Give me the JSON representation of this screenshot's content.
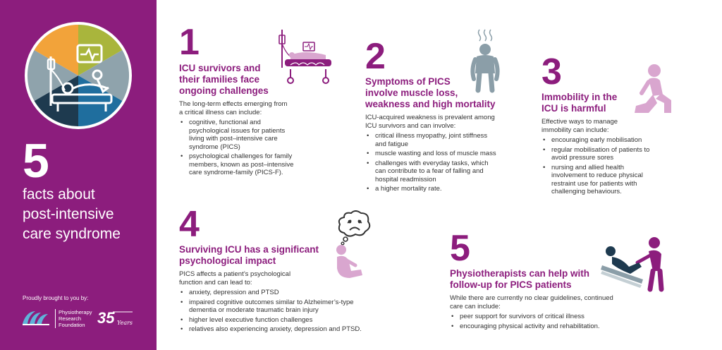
{
  "colors": {
    "brand_purple": "#8c1d7d",
    "light_purple": "#d9a6cf",
    "grey_blue": "#8b9ea8",
    "segment_orange": "#f2a33a",
    "segment_green": "#a9b53c",
    "segment_grey": "#8fa3ac",
    "segment_blue": "#1f6e9e",
    "segment_navy": "#1e3a4f",
    "segment_dark": "#213542"
  },
  "sidebar": {
    "big_number": "5",
    "title_lines": [
      "facts about",
      "post-intensive",
      "care syndrome"
    ],
    "brought_by": "Proudly brought to you by:",
    "foundation_lines": [
      "Physiotherapy",
      "Research",
      "Foundation"
    ],
    "icons": {
      "hero": "icu-bed-monitor-icon",
      "apa_logo": "apa-logo-icon",
      "anniversary": "35-years-logo-icon"
    }
  },
  "facts": [
    {
      "number": "1",
      "heading_lines": [
        "ICU survivors and",
        "their families face",
        "ongoing challenges"
      ],
      "intro_lines": [
        "The long-term effects emerging from",
        "a critical illness can include:"
      ],
      "bullets": [
        [
          "cognitive, functional and",
          "psychological issues for patients",
          "living with post–intensive care",
          "syndrome (PICS)"
        ],
        [
          "psychological challenges for family",
          "members, known as post–intensive",
          "care syndrome-family (PICS-F)."
        ]
      ],
      "icon": "hospital-bed-icon"
    },
    {
      "number": "2",
      "heading_lines": [
        "Symptoms of PICS",
        "involve muscle loss,",
        "weakness and high mortality"
      ],
      "intro_lines": [
        "ICU-acquired weakness is prevalent among",
        "ICU survivors and can involve:"
      ],
      "bullets": [
        [
          "critical illness myopathy, joint stiffness",
          "and fatigue"
        ],
        [
          "muscle wasting and loss of muscle mass"
        ],
        [
          "challenges with everyday tasks, which",
          "can contribute to a fear of falling and",
          "hospital readmission"
        ],
        [
          "a higher mortality rate."
        ]
      ],
      "icon": "weak-person-icon"
    },
    {
      "number": "3",
      "heading_lines": [
        "Immobility in the",
        "ICU is harmful"
      ],
      "intro_lines": [
        "Effective ways to manage",
        "immobility can include:"
      ],
      "bullets": [
        [
          "encouraging early mobilisation"
        ],
        [
          "regular mobilisation of patients to",
          "avoid pressure sores"
        ],
        [
          "nursing and allied health",
          "involvement to reduce physical",
          "restraint use for patients with",
          "challenging behaviours."
        ]
      ],
      "icon": "kneeling-person-icon"
    },
    {
      "number": "4",
      "heading_lines": [
        "Surviving ICU has a significant",
        "psychological impact"
      ],
      "intro_lines": [
        "PICS affects a patient’s psychological",
        "function and can lead to:"
      ],
      "bullets": [
        [
          "anxiety, depression and PTSD"
        ],
        [
          "impaired cognitive outcomes similar to Alzheimer’s-type",
          "dementia or moderate traumatic brain injury"
        ],
        [
          "higher level executive function challenges"
        ],
        [
          "relatives also experiencing anxiety, depression and PTSD."
        ]
      ],
      "icon": "sad-thought-person-icon"
    },
    {
      "number": "5",
      "heading_lines": [
        "Physiotherapists can help with",
        "follow-up for PICS patients"
      ],
      "intro_lines": [
        "While there are currently no clear guidelines, continued",
        "care can include:"
      ],
      "bullets": [
        [
          "peer support for survivors of critical illness"
        ],
        [
          "encouraging physical activity and rehabilitation."
        ]
      ],
      "icon": "physiotherapist-patient-icon"
    }
  ]
}
